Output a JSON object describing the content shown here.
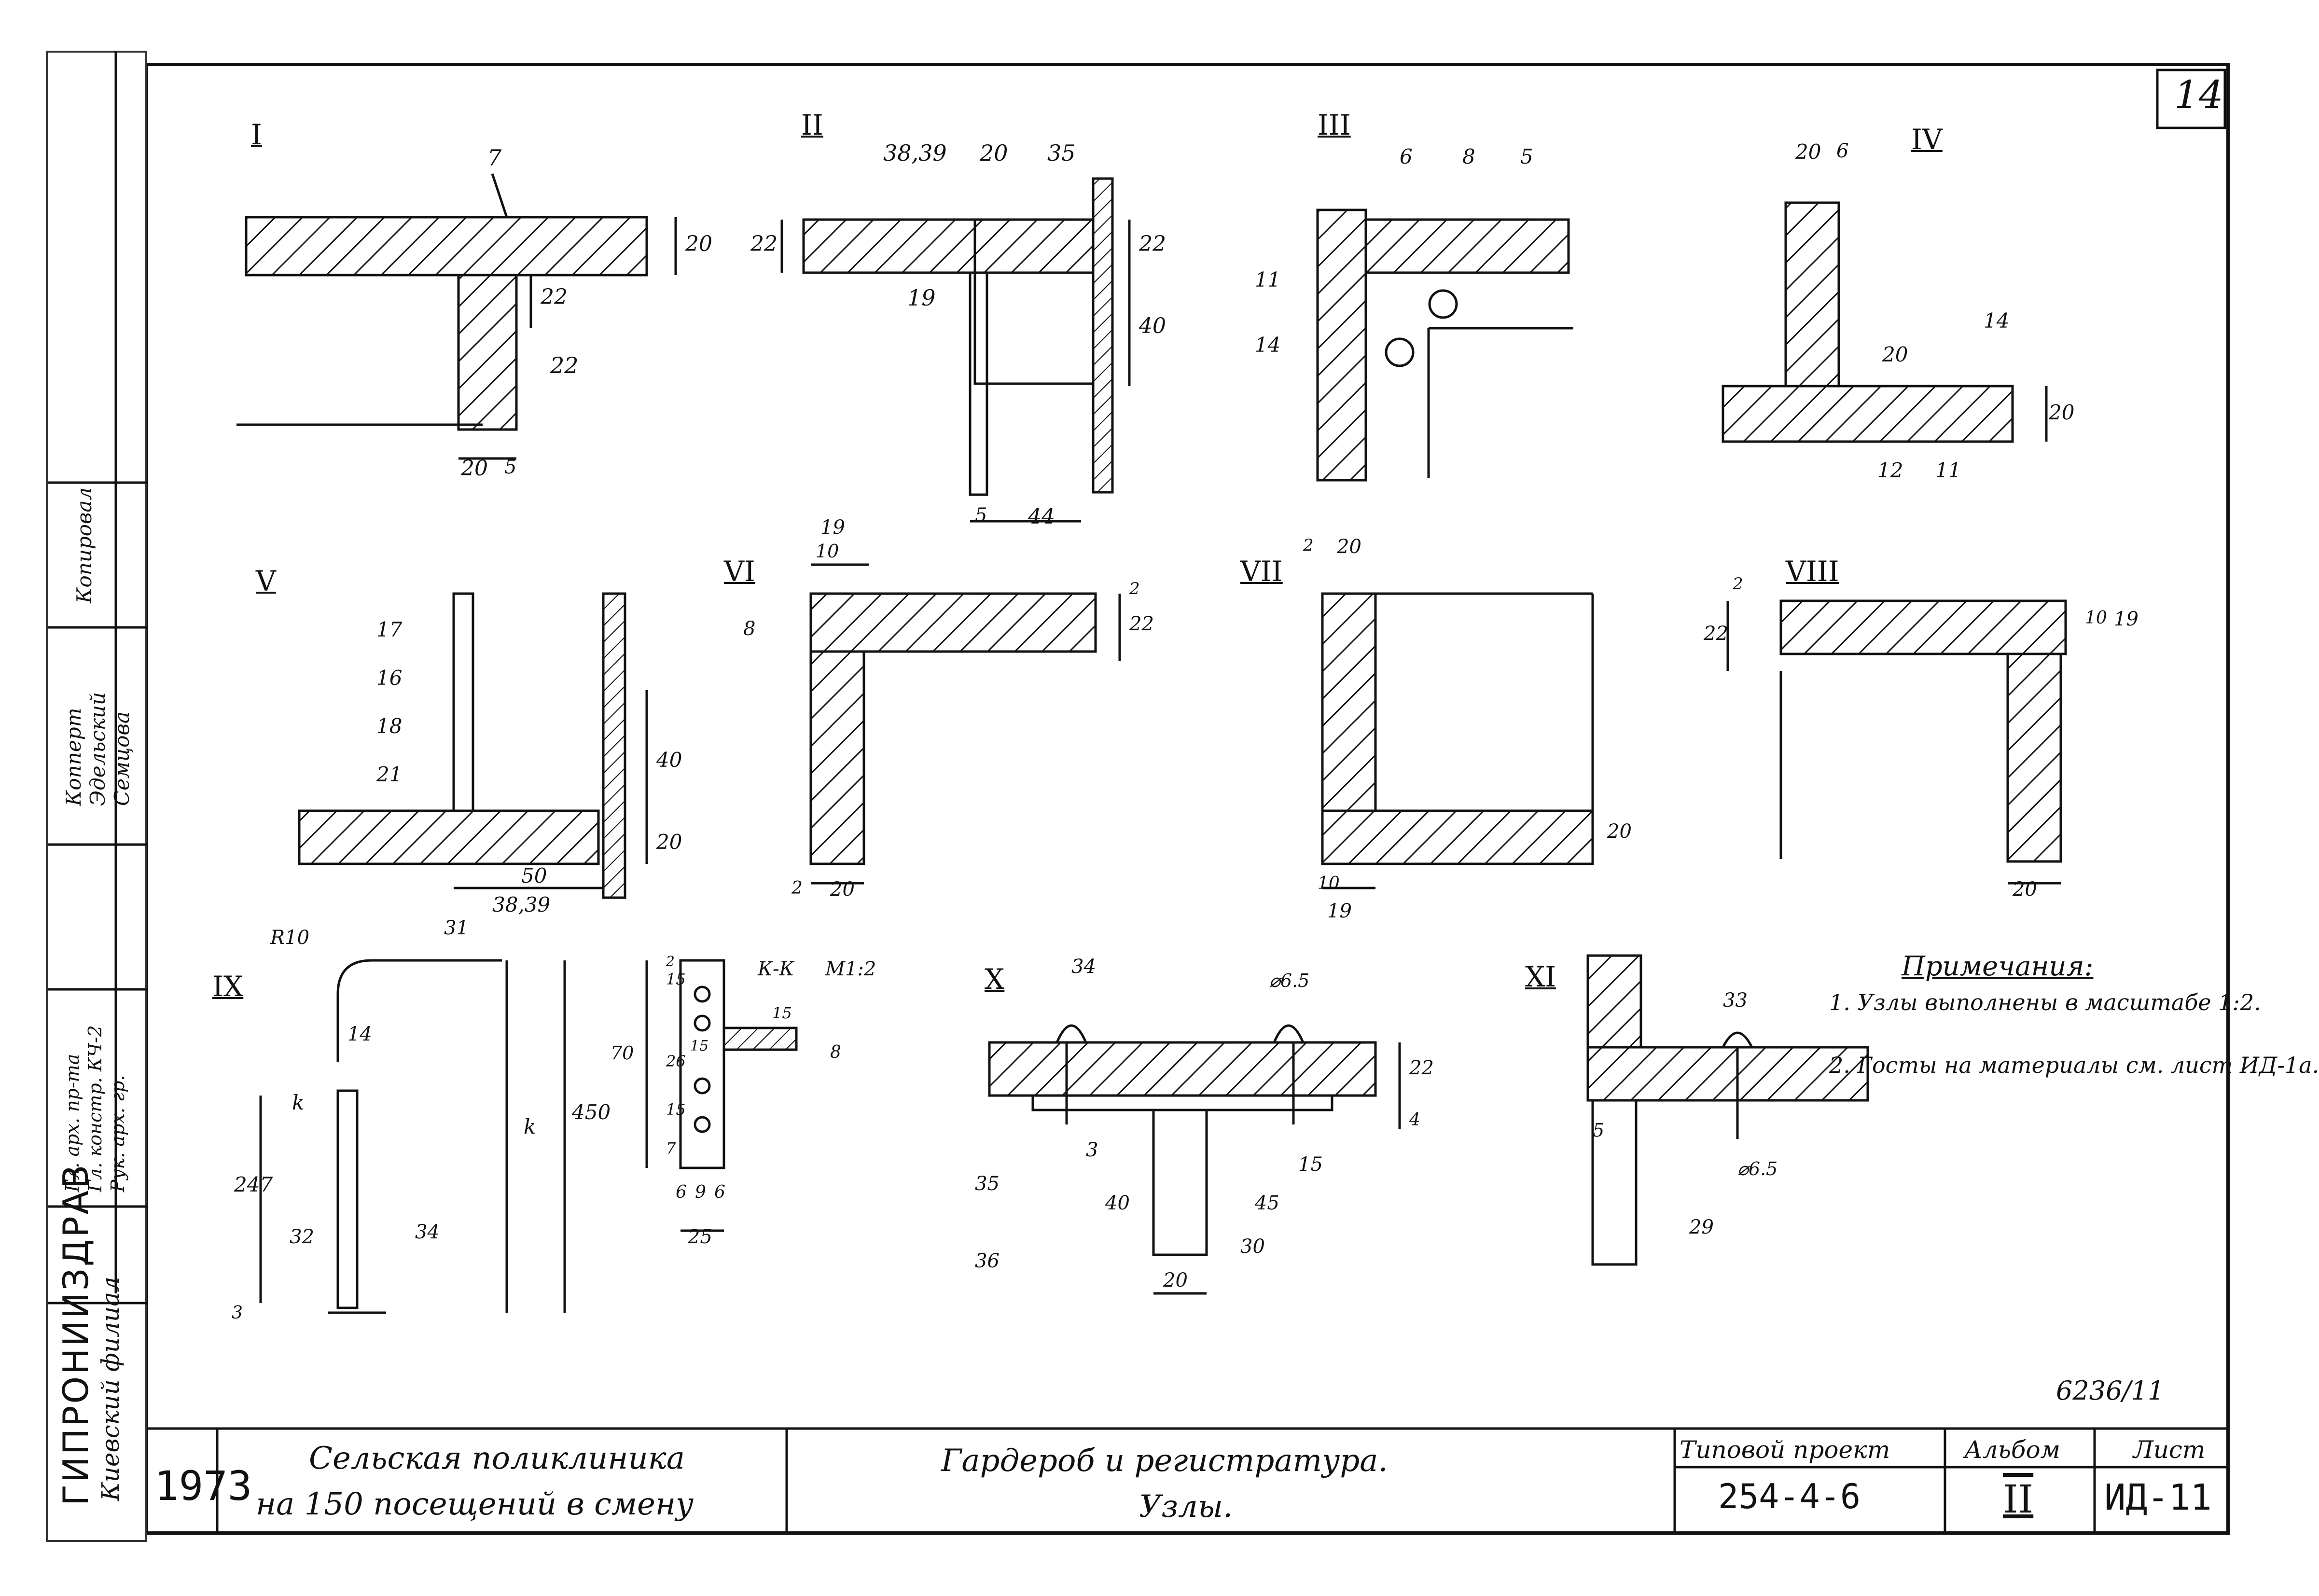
{
  "sheet_number": "14",
  "drawing_code": "6236/11",
  "nodes": [
    {
      "id": "I",
      "labels": [
        "7",
        "22",
        "20",
        "22",
        "20",
        "5"
      ]
    },
    {
      "id": "II",
      "labels": [
        "38,39",
        "20",
        "35",
        "22",
        "22",
        "19",
        "40",
        "5",
        "44"
      ]
    },
    {
      "id": "III",
      "labels": [
        "6",
        "8",
        "5",
        "11",
        "14"
      ]
    },
    {
      "id": "IV",
      "labels": [
        "20",
        "6",
        "14",
        "20",
        "20",
        "12",
        "11"
      ]
    },
    {
      "id": "V",
      "labels": [
        "17",
        "16",
        "18",
        "21",
        "40",
        "20",
        "50",
        "38,39"
      ]
    },
    {
      "id": "VI",
      "labels": [
        "19",
        "10",
        "8",
        "2",
        "22",
        "2",
        "20"
      ]
    },
    {
      "id": "VII",
      "labels": [
        "2",
        "20",
        "20",
        "10",
        "19"
      ]
    },
    {
      "id": "VIII",
      "labels": [
        "2",
        "22",
        "10",
        "19",
        "20"
      ]
    },
    {
      "id": "IX",
      "labels": [
        "R10",
        "31",
        "14",
        "k",
        "k",
        "450",
        "247",
        "32",
        "34",
        "3"
      ]
    },
    {
      "id": "K-K",
      "labels": [
        "К-К",
        "М1:2",
        "15",
        "2",
        "70",
        "26",
        "15",
        "7",
        "15",
        "15",
        "8",
        "6",
        "9",
        "6",
        "25"
      ]
    },
    {
      "id": "X",
      "labels": [
        "34",
        "⌀6.5",
        "22",
        "4",
        "35",
        "3",
        "15",
        "40",
        "45",
        "36",
        "30",
        "20"
      ]
    },
    {
      "id": "XI",
      "labels": [
        "33",
        "5",
        "⌀6.5",
        "29"
      ]
    }
  ],
  "notes": {
    "title": "Примечания:",
    "items": [
      "1. Узлы выполнены в масштабе 1:2.",
      "2. Госты на материалы см. лист ИД-1а."
    ]
  },
  "left_stamp": {
    "org": "ГИПРОНИИЗДРАВ",
    "branch": "Киевский филиал",
    "roles": [
      "Гл. арх. пр-та",
      "Гл. констр. КЧ-2",
      "Рук. арх. гр."
    ],
    "names": [
      "Копперт",
      "Эдельский",
      "Семцова",
      "Копировал"
    ]
  },
  "title_block": {
    "year": "1973",
    "project_name_1": "Сельская поликлиника",
    "project_name_2": "на 150 посещений в смену",
    "sheet_title_1": "Гардероб и регистратура.",
    "sheet_title_2": "Узлы.",
    "typical_project_label": "Типовой проект",
    "typical_project_value": "254-4-6",
    "album_label": "Альбом",
    "album_value": "II",
    "sheet_label": "Лист",
    "sheet_value": "ИД-11"
  }
}
